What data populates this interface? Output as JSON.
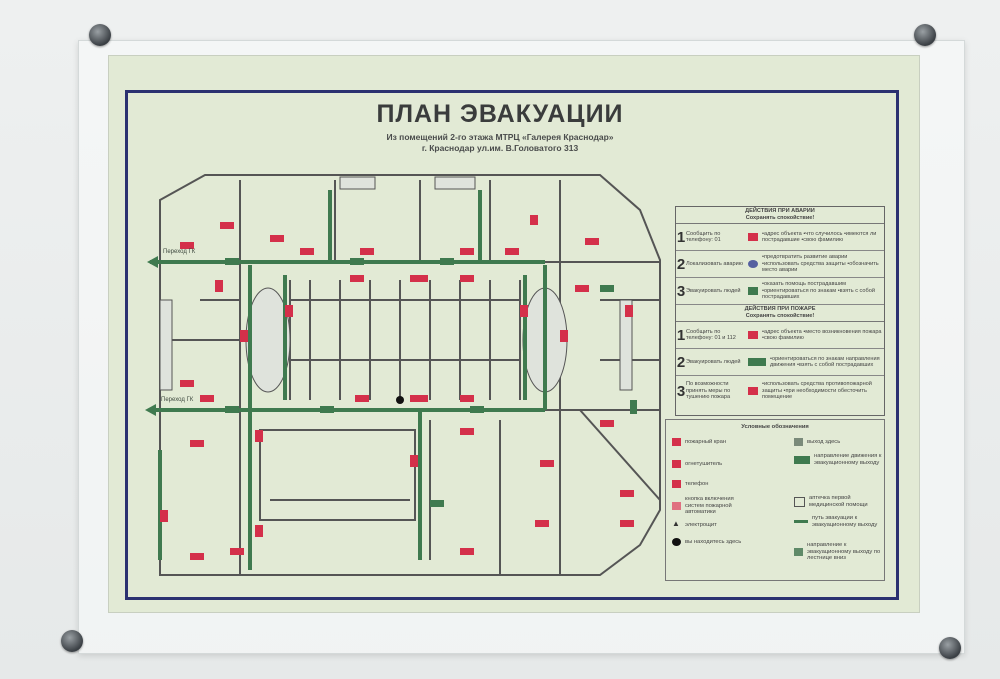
{
  "sign": {
    "title": "ПЛАН ЭВАКУАЦИИ",
    "subtitle_1": "Из помещений 2-го этажа МТРЦ «Галерея Краснодар»",
    "subtitle_2": "г. Краснодар ул.им. В.Головатого 313",
    "exit_label_top": "Переход ГК",
    "exit_label_bottom": "Переход ГК",
    "colors": {
      "border": "#2b3170",
      "red": "#d4304a",
      "green": "#3f7a4f",
      "paper": "#e2ead5"
    }
  },
  "emergency": {
    "title": "ДЕЙСТВИЯ ПРИ АВАРИИ",
    "subtitle": "Сохранять спокойствие!",
    "steps": [
      {
        "n": "1",
        "label": "Сообщить по телефону: 01",
        "text": "•адрес объекта •что случилось •имеются ли пострадавшие •свою фамилию"
      },
      {
        "n": "2",
        "label": "Локализовать аварию",
        "text": "•предотвратить развитие аварии •использовать средства защиты •обозначить место аварии"
      },
      {
        "n": "3",
        "label": "Эвакуировать людей",
        "text": "•оказать помощь пострадавшим •ориентироваться по знакам •взять с собой пострадавших"
      }
    ]
  },
  "fire": {
    "title": "ДЕЙСТВИЯ ПРИ ПОЖАРЕ",
    "subtitle": "Сохранять спокойствие!",
    "steps": [
      {
        "n": "1",
        "label": "Сообщить по телефону: 01 и 112",
        "text": "•адрес объекта •место возникновения пожара •свою фамилию"
      },
      {
        "n": "2",
        "label": "Эвакуировать людей",
        "text": "•ориентироваться по знакам направления движения •взять с собой пострадавших"
      },
      {
        "n": "3",
        "label": "По возможности принять меры по тушению пожара",
        "text": "•использовать средства противопожарной защиты •при необходимости обесточить помещение"
      }
    ]
  },
  "legend": {
    "title": "Условные обозначения",
    "items": [
      "пожарный кран",
      "огнетушитель",
      "телефон",
      "кнопка включения систем пожарной автоматики",
      "электрощит",
      "вы находитесь здесь",
      "выход здесь",
      "направление движения к эвакуационному выходу",
      "аптечка первой медицинской помощи",
      "путь эвакуации к эвакуационному выходу",
      "направление к эвакуационному выходу по лестнице вниз"
    ]
  }
}
